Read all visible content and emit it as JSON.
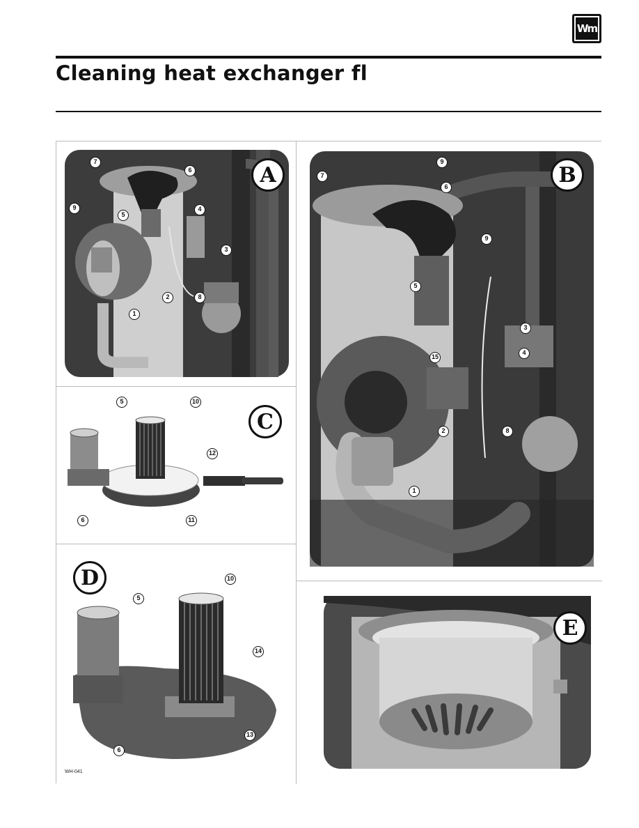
{
  "header": {
    "logo_text": "Wm",
    "title": "Cleaning heat exchanger fl"
  },
  "figure": {
    "panels": [
      {
        "letter": "A",
        "callouts": [
          "7",
          "6",
          "9",
          "5",
          "4",
          "3",
          "2",
          "8",
          "1"
        ]
      },
      {
        "letter": "B",
        "callouts": [
          "9",
          "7",
          "6",
          "9",
          "5",
          "3",
          "4",
          "15",
          "2",
          "8",
          "1"
        ]
      },
      {
        "letter": "C",
        "callouts": [
          "5",
          "10",
          "12",
          "6",
          "11"
        ]
      },
      {
        "letter": "D",
        "callouts": [
          "10",
          "5",
          "14",
          "13",
          "6"
        ]
      },
      {
        "letter": "E",
        "callouts": []
      }
    ],
    "drawing_code": "WH-041"
  },
  "colors": {
    "ink": "#111111",
    "panel_bg": "#3a3a3a",
    "metal": "#bdbdbd"
  }
}
